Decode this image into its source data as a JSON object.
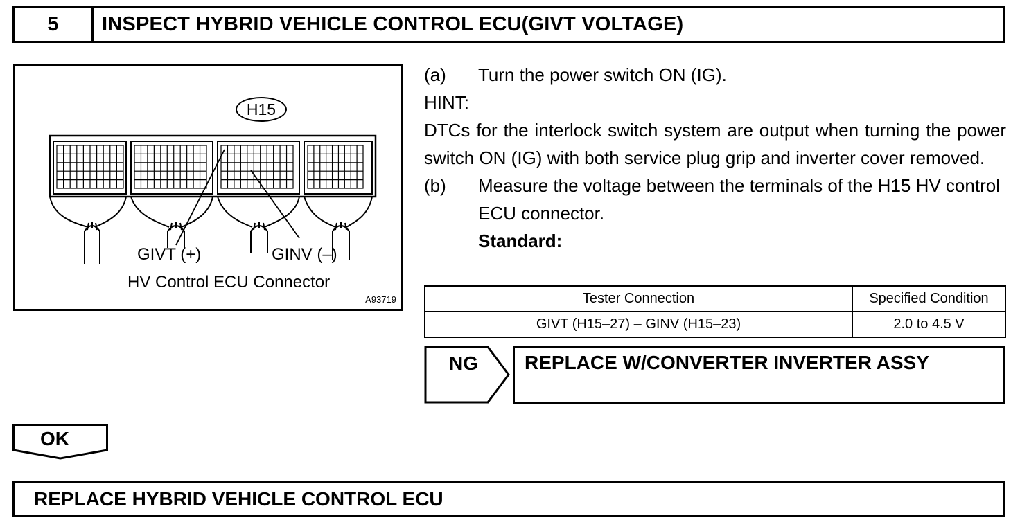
{
  "header": {
    "step_number": "5",
    "title": "INSPECT HYBRID VEHICLE CONTROL ECU(GIVT VOLTAGE)"
  },
  "figure": {
    "connector_id": "H15",
    "terminal_plus": "GIVT (+)",
    "terminal_minus": "GINV (–)",
    "caption": "HV Control ECU Connector",
    "figure_code": "A93719"
  },
  "instructions": {
    "a_marker": "(a)",
    "a_text": "Turn the power switch ON (IG).",
    "hint_label": "HINT:",
    "hint_text": "DTCs for the interlock switch system are output when turning the power switch ON (IG) with both service plug grip and inverter cover removed.",
    "b_marker": "(b)",
    "b_text": "Measure the voltage between the terminals of the H15 HV control ECU connector.",
    "standard_label": "Standard:"
  },
  "spec_table": {
    "headers": [
      "Tester Connection",
      "Specified Condition"
    ],
    "rows": [
      [
        "GIVT (H15–27) – GINV (H15–23)",
        "2.0 to 4.5 V"
      ]
    ]
  },
  "ng_branch": {
    "label": "NG",
    "action": "REPLACE W/CONVERTER INVERTER ASSY"
  },
  "ok_branch": {
    "label": "OK",
    "action": "REPLACE HYBRID VEHICLE CONTROL ECU"
  }
}
